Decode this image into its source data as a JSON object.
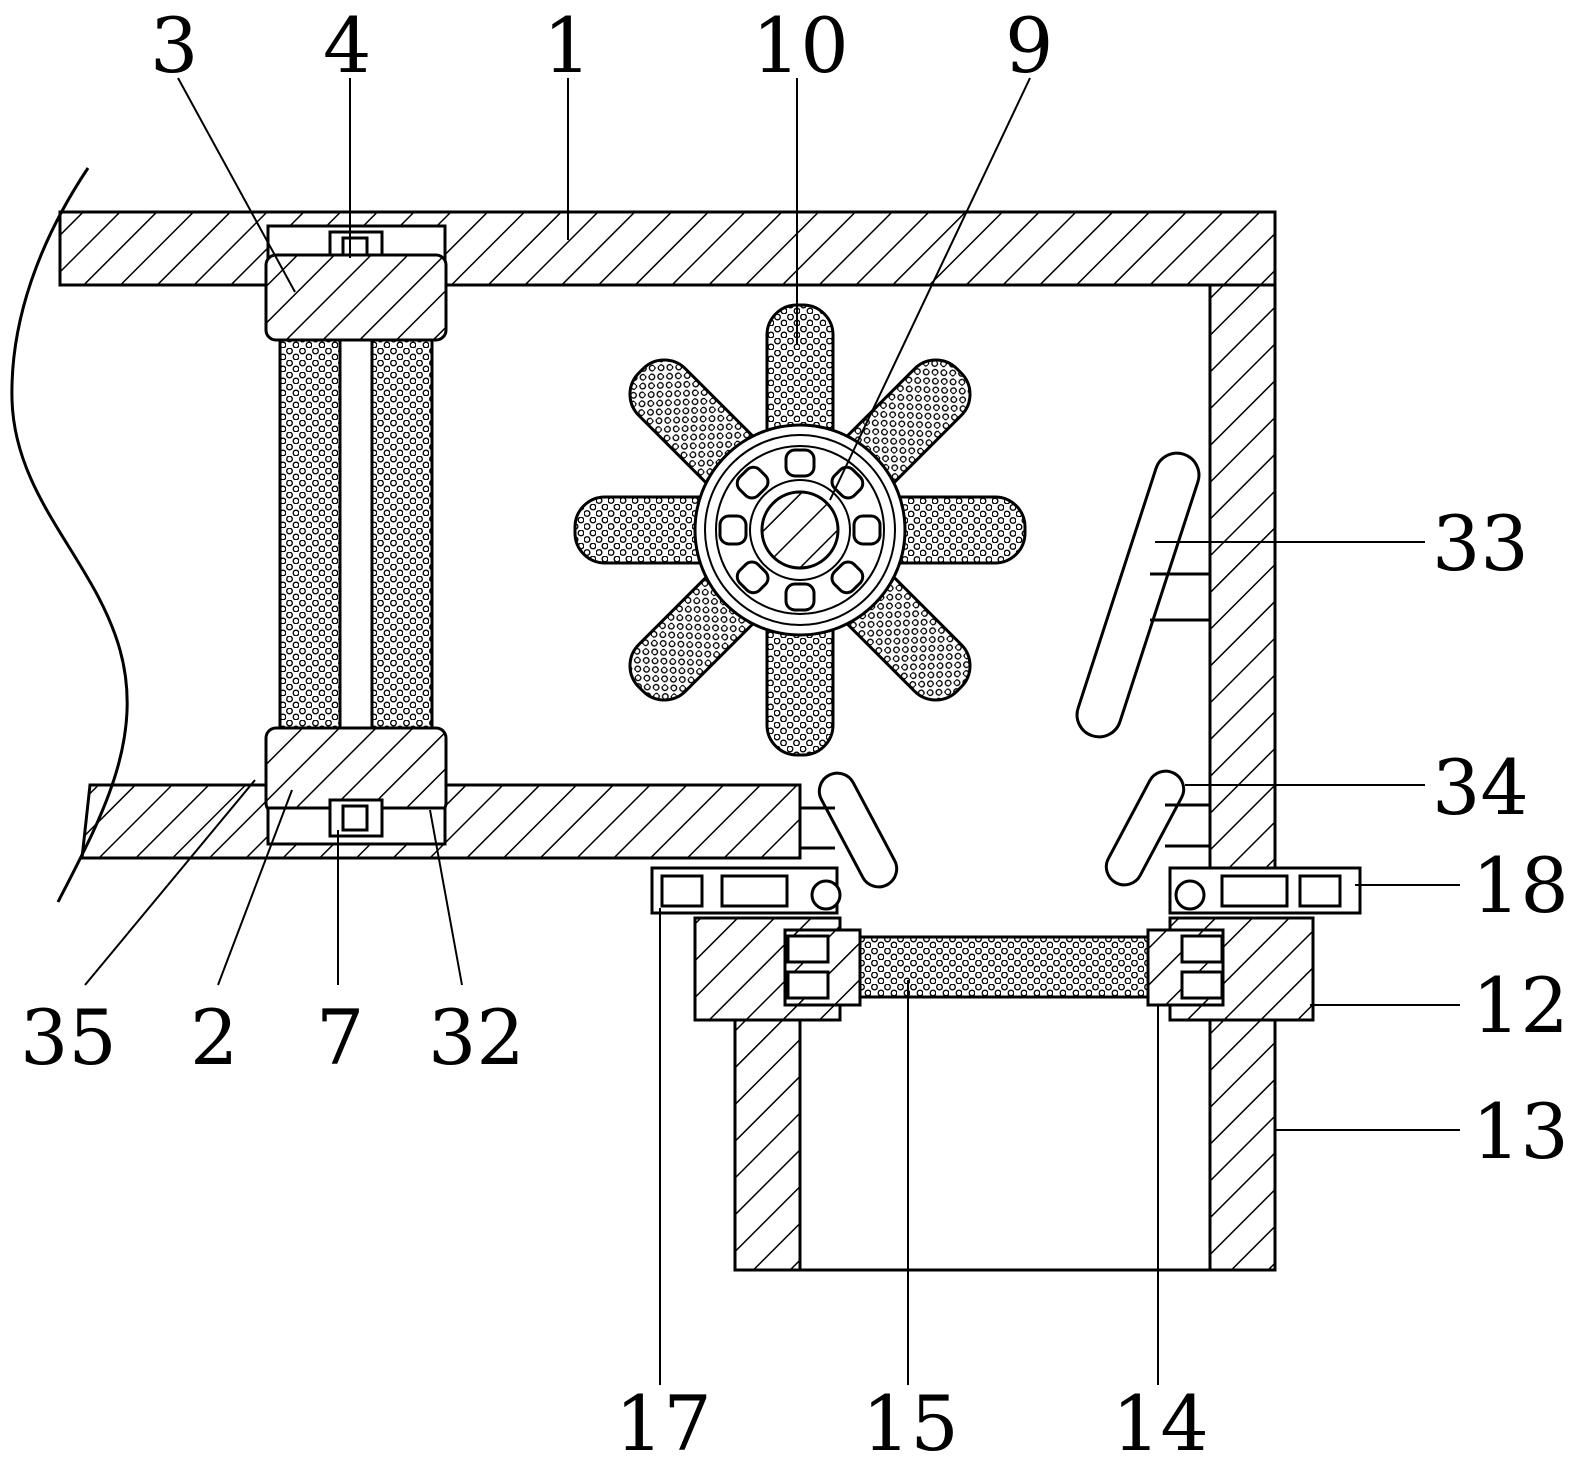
{
  "labels": {
    "l1": "1",
    "l2": "2",
    "l3": "3",
    "l4": "4",
    "l7": "7",
    "l9": "9",
    "l10": "10",
    "l12": "12",
    "l13": "13",
    "l14": "14",
    "l15": "15",
    "l17": "17",
    "l18": "18",
    "l32": "32",
    "l33": "33",
    "l34": "34",
    "l35": "35"
  }
}
